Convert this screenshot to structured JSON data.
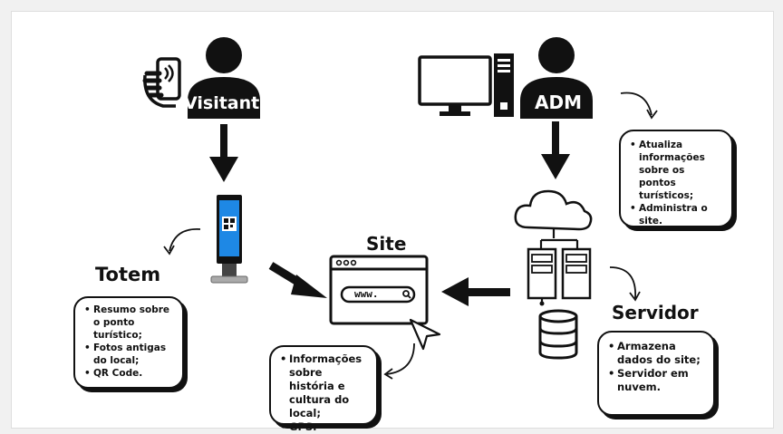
{
  "diagram": {
    "visitor": {
      "label": "Visitante",
      "icons": [
        "person-icon",
        "smartphone-nfc-icon"
      ]
    },
    "admin": {
      "label": "ADM",
      "icons": [
        "person-icon",
        "desktop-computer-icon"
      ]
    },
    "totem": {
      "title": "Totem",
      "icon": "kiosk-qr-icon",
      "items": [
        "Resumo sobre o ponto turístico;",
        "Fotos antigas do local;",
        "QR Code."
      ]
    },
    "site": {
      "title": "Site",
      "url": "www.",
      "icon": "browser-window-icon",
      "items": [
        "Informações sobre história e cultura do local;",
        "GPS."
      ]
    },
    "admin_box": {
      "items": [
        "Atualiza informações sobre os pontos turísticos;",
        "Administra o site."
      ]
    },
    "server": {
      "title": "Servidor",
      "icons": [
        "cloud-icon",
        "server-rack-icon",
        "database-icon"
      ],
      "items": [
        "Armazena dados do site;",
        "Servidor em nuvem."
      ]
    },
    "colors": {
      "ink": "#111111",
      "background": "#ffffff",
      "kiosk_screen": "#1e88e5"
    }
  }
}
